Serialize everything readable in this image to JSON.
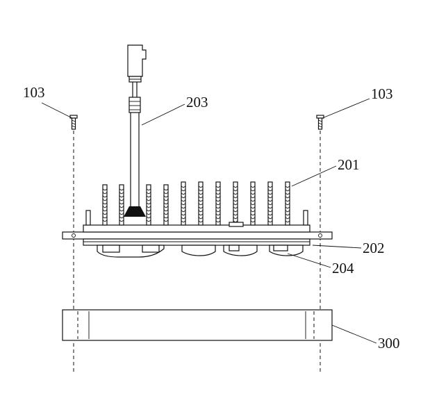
{
  "labels": {
    "screw_left": "103",
    "screw_right": "103",
    "rod": "203",
    "heatsink": "201",
    "plate": "202",
    "led": "204",
    "frame": "300"
  }
}
